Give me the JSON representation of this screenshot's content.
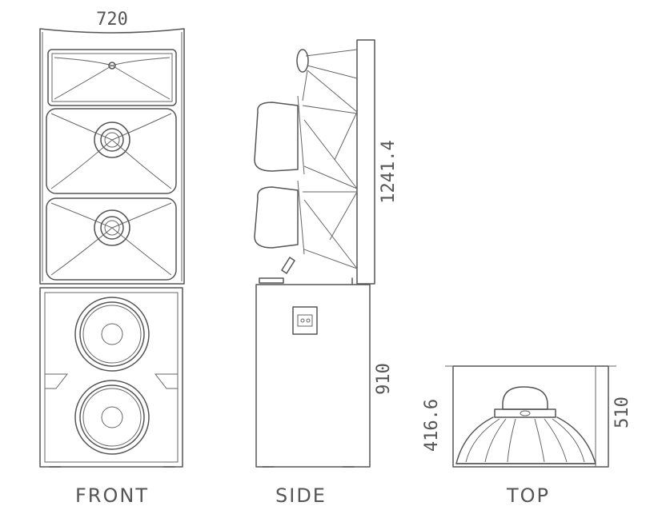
{
  "views": {
    "front_label": "FRONT",
    "side_label": "SIDE",
    "top_label": "TOP"
  },
  "dimensions": {
    "front_width": "720",
    "array_height": "1241.4",
    "sub_height": "910",
    "top_depth": "510",
    "top_inner": "416.6"
  },
  "colors": {
    "line": "#555555",
    "background": "#ffffff"
  }
}
